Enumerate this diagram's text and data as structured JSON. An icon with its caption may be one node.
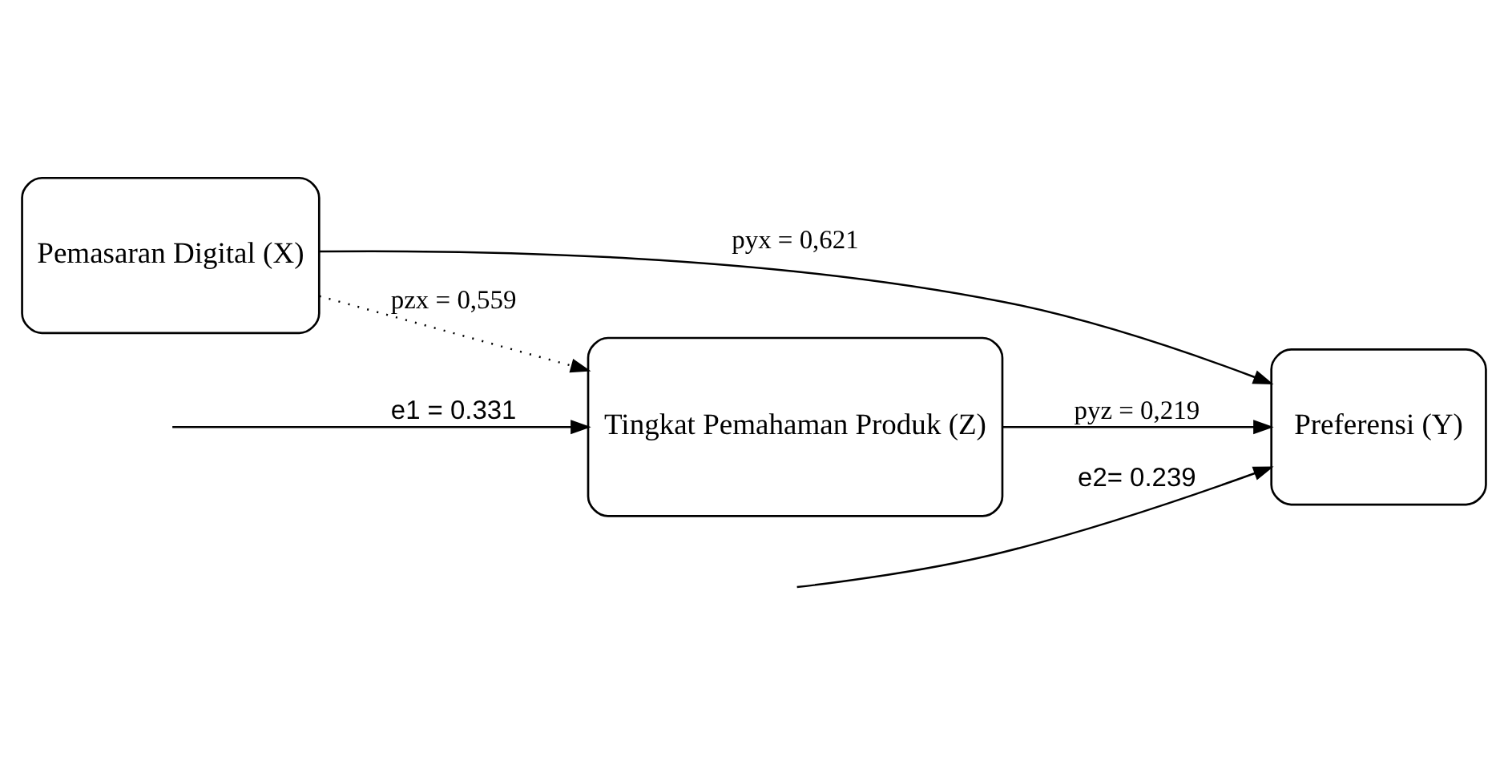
{
  "diagram": {
    "nodes": [
      {
        "text": [
          "Pemasaran Digital (X)"
        ]
      },
      {
        "text": [
          "Preferensi (Y)"
        ]
      },
      {
        "text": [
          "Tingkat Pemahaman Produk (Z)"
        ]
      }
    ],
    "edges": [
      {
        "from": null,
        "to": 1,
        "arrow": "to",
        "label": "e2= 0.239"
      },
      {
        "from": 0,
        "to": 1,
        "arrow": "to",
        "label": "pyx = 0,621"
      },
      {
        "from": null,
        "to": 2,
        "arrow": "to",
        "label": "e1 = 0.331"
      },
      {
        "from": 0,
        "to": 2,
        "arrow": "to",
        "label": "pzx = 0,559",
        "style": "dashed"
      },
      {
        "from": 2,
        "to": 1,
        "arrow": "to",
        "label": "pyz = 0,219"
      }
    ]
  }
}
